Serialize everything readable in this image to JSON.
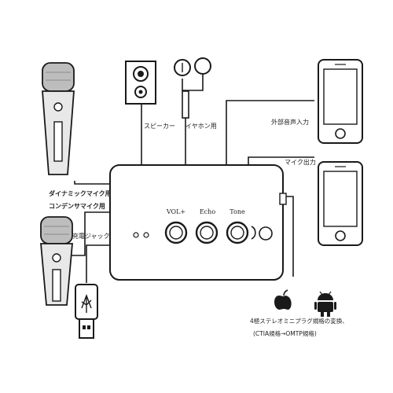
{
  "labels": {
    "speaker": "スピーカー",
    "earphone": "イヤホン用",
    "external_audio_in": "外部音声入力",
    "mic_out": "マイク出力",
    "dynamic_mic": "ダイナミックマイク用",
    "condenser_mic": "コンデンサマイク用",
    "charge_jack": "充電ジャック",
    "plug_spec_line1": "4極ステレオミニプラグ規格の変換、",
    "plug_spec_line2": "(CTIA規格→OMTP規格)"
  },
  "controls": {
    "vol": "VOL+",
    "echo": "Echo",
    "tone": "Tone"
  },
  "colors": {
    "ink": "#1a1a1a",
    "mic_head": "#bdbdbd",
    "mic_body": "#e8e8e8"
  },
  "icons": [
    "microphone-icon",
    "speaker-icon",
    "earphone-icon",
    "smartphone-icon",
    "usb-cable-icon",
    "apple-icon",
    "android-icon"
  ]
}
